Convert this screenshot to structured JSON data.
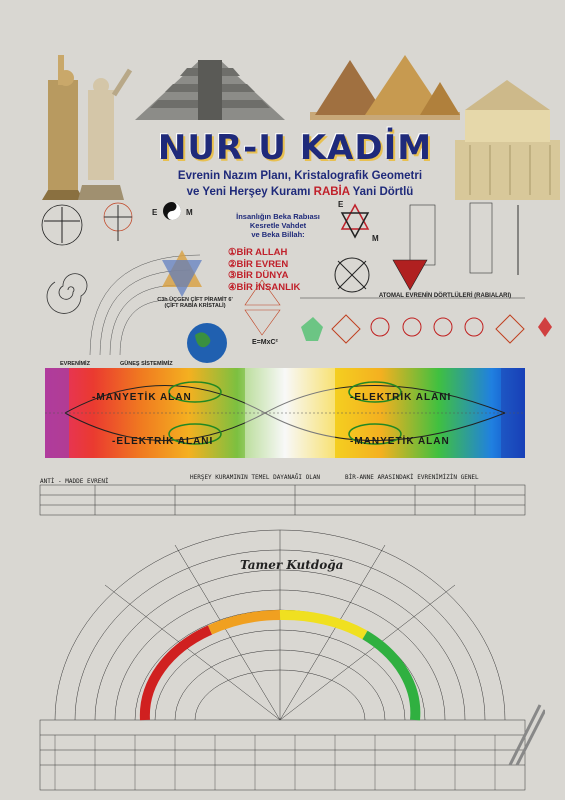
{
  "title": "NUR-U KADİM",
  "subtitle_line1": "Evrenin Nazım Planı, Kristalografik Geometri",
  "subtitle_line2_pre": "ve Yeni Herşey Kuramı ",
  "subtitle_line2_rabia": "RABİA",
  "subtitle_line2_post": " Yani Dörtlü",
  "rabia_box": {
    "line1": "İnsanlığın Beka Rabıası",
    "line2": "Kesretle Vahdet",
    "line3": "ve Beka Billah:",
    "items": [
      "①BİR ALLAH",
      "②BİR EVREN",
      "③BİR DÜNYA",
      "④BİR İNSANLIK"
    ]
  },
  "em_labels": {
    "e": "E",
    "m": "M",
    "e2": "E",
    "m2": "M"
  },
  "pyramid_caption_1": "C3h ÜÇGEN ÇİFT PİRAMİT 6'",
  "pyramid_caption_2": "(ÇİFT RABİA KRİSTALİ)",
  "atomal_title": "ATOMAL EVRENİN DÖRTLÜLERİ (RABIALARI)",
  "formula": "E=MxC²",
  "band": {
    "top_left": "EVRENİMİZ",
    "top_mid": "GÜNEŞ SİSTEMİMİZ",
    "manyetik_left": "-MANYETİK ALAN",
    "elektrik_left": "-ELEKTRİK ALANI",
    "elektrik_right": "-ELEKTRİK ALANI",
    "manyetik_right": "-MANYETİK ALAN"
  },
  "table_headers": {
    "h1": "ANTİ - MADDE   EVRENİ",
    "h2": "HERŞEY KURAMININ TEMEL DAYANAĞI OLAN",
    "h3": "BİR-ANNE ARASINDAKİ EVRENİMİZİN GENEL"
  },
  "author": "Tamer Kutdoğa",
  "colors": {
    "title": "#1f2a7a",
    "accent": "#c0202a",
    "gold": "#e8c050"
  }
}
